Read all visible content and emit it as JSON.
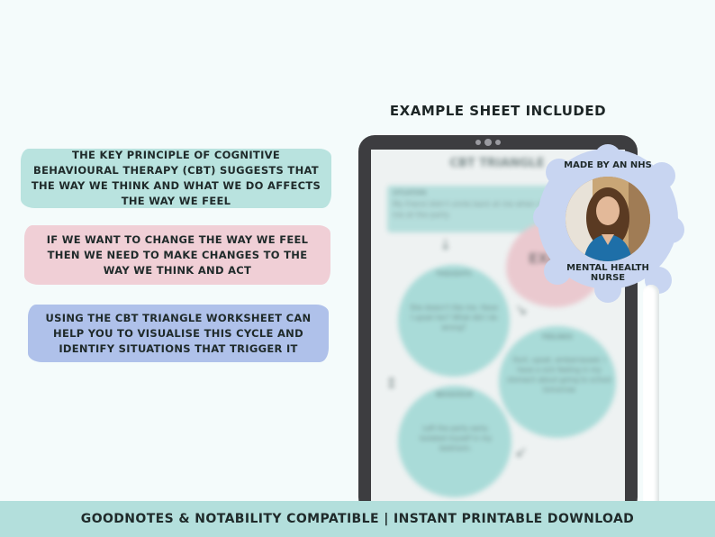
{
  "heading": "Example sheet included",
  "info_boxes": [
    {
      "text": "The key principle of Cognitive Behavioural Therapy (CBT) suggests that the way we think and what we do affects the way we feel",
      "color": "#b9e3df"
    },
    {
      "text": "If we want to change the way we feel then we need to make changes to the way we think and act",
      "color": "#f0cfd6"
    },
    {
      "text": "Using the CBT triangle worksheet can help you to visualise this cycle and identify situations that trigger it",
      "color": "#afc1ea"
    }
  ],
  "worksheet": {
    "title": "CBT TRIANGLE",
    "situation_label": "SITUATION",
    "situation_text_1": "My friend didn't smile back at me when she saw",
    "situation_text_2": "me at the party.",
    "thoughts_label": "THOUGHTS",
    "thoughts_text": "She doesn't like me. Have I upset her? What did I do wrong?",
    "feelings_label": "FEELINGS",
    "feelings_text": "Hurt, upset, embarrassed. I have a sick feeling in my stomach about going to school tomorrow",
    "behaviour_label": "BEHAVIOUR",
    "behaviour_text": "Left the party early. Isolated myself in my bedroom.",
    "example_stamp": "EXA"
  },
  "badge": {
    "top_text": "Made by an NHS",
    "bottom_text": "Mental health nurse",
    "color": "#c8d5f1"
  },
  "footer": {
    "text": "Goodnotes & Notability compatible | Instant printable download",
    "color": "#b3dfdc"
  }
}
